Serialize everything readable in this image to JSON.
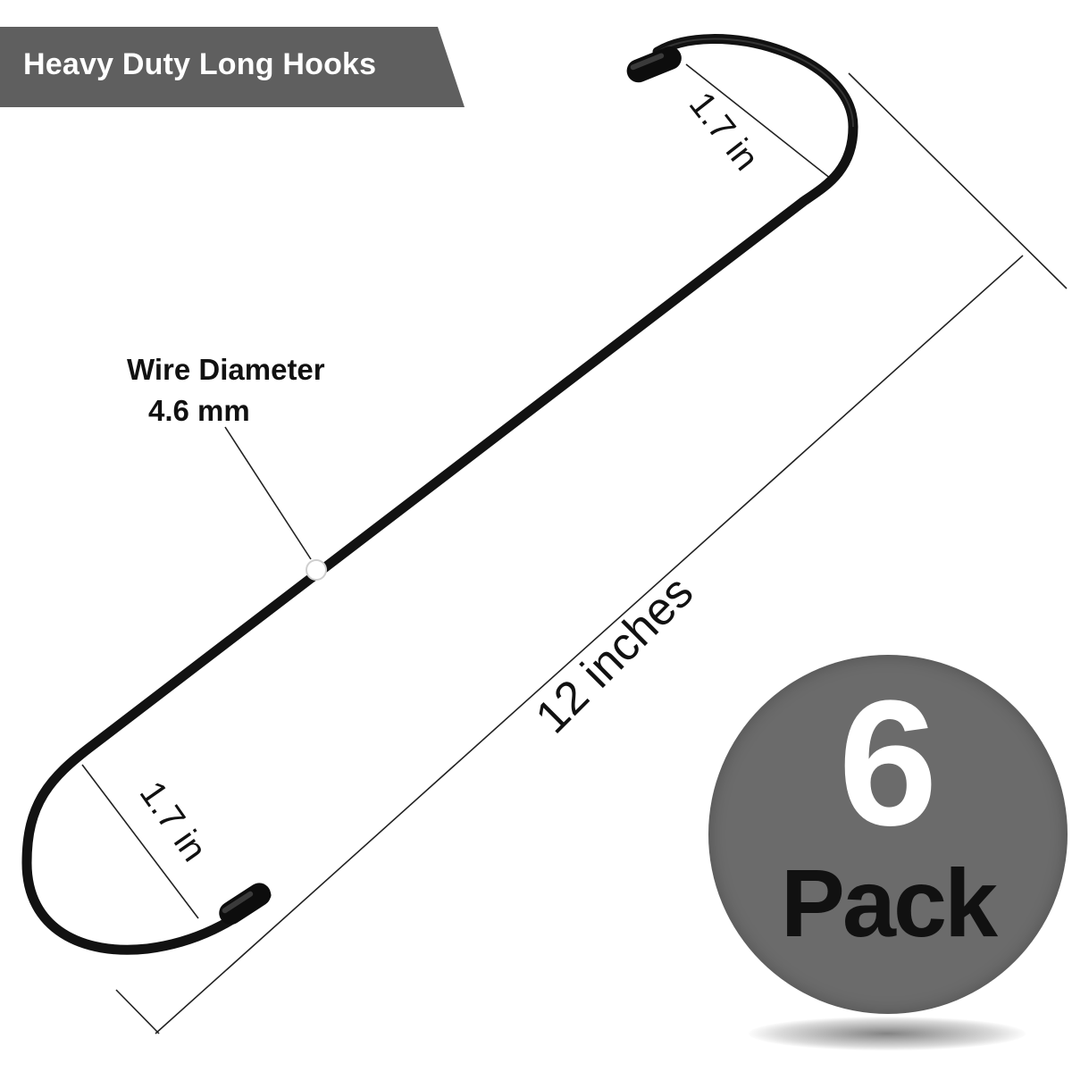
{
  "banner": {
    "title": "Heavy Duty Long Hooks"
  },
  "wire": {
    "label": "Wire Diameter",
    "value": "4.6 mm"
  },
  "dimensions": {
    "length": "12 inches",
    "top_hook_width": "1.7 in",
    "bottom_hook_width": "1.7 in"
  },
  "badge": {
    "number": "6",
    "unit": "Pack"
  },
  "colors": {
    "banner": "#5f5f5f",
    "badge": "#6b6b6b",
    "hook": "#111111",
    "text_dark": "#111111",
    "text_light": "#ffffff"
  }
}
